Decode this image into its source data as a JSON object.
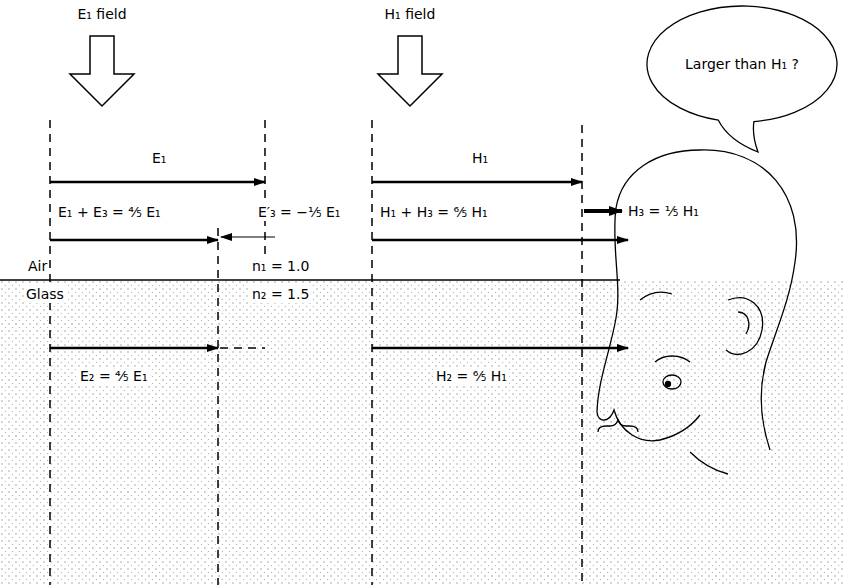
{
  "diagram": {
    "nodes": [
      {
        "text": [
          "Larger than H₁ ?"
        ]
      }
    ],
    "labels": [
      "E₁ field",
      "H₁ field",
      "E₁",
      "H₁",
      "E₁ + E₃ = ⁴⁄₅ E₁",
      "E′₃ = −¹⁄₅ E₁",
      "H₁ + H₃ = ⁶⁄₅ H₁",
      "H₃ = ¹⁄₅ H₁",
      "Air",
      "n₁ = 1.0",
      "Glass",
      "n₂ = 1.5",
      "E₂ = ⁴⁄₅ E₁",
      "H₂ = ⁶⁄₅ H₁"
    ]
  }
}
